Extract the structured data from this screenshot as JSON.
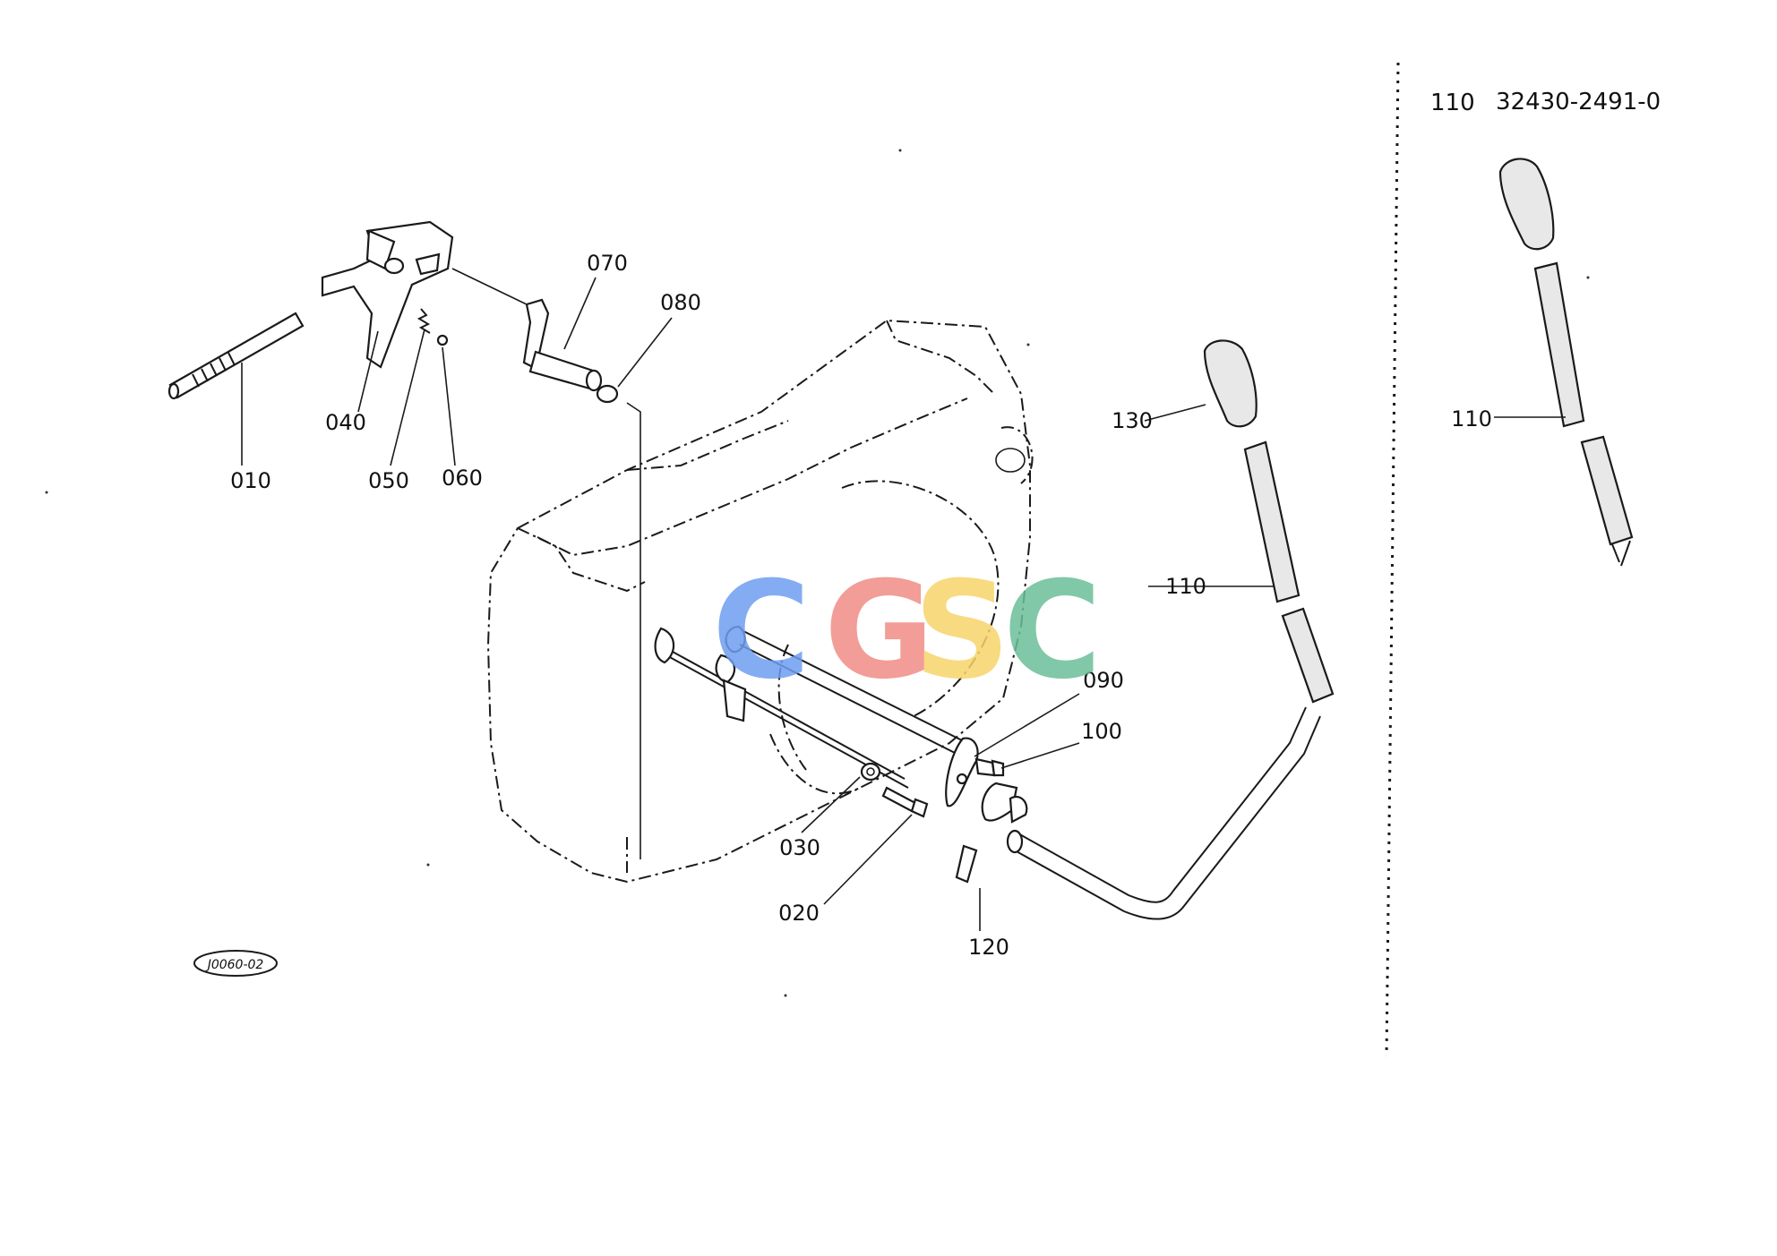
{
  "diagram": {
    "callouts": [
      {
        "id": "010",
        "label": "010"
      },
      {
        "id": "020",
        "label": "020"
      },
      {
        "id": "030",
        "label": "030"
      },
      {
        "id": "040",
        "label": "040"
      },
      {
        "id": "050",
        "label": "050"
      },
      {
        "id": "060",
        "label": "060"
      },
      {
        "id": "070",
        "label": "070"
      },
      {
        "id": "080",
        "label": "080"
      },
      {
        "id": "090",
        "label": "090"
      },
      {
        "id": "100",
        "label": "100"
      },
      {
        "id": "110",
        "label": "110"
      },
      {
        "id": "120",
        "label": "120"
      },
      {
        "id": "130",
        "label": "130"
      }
    ],
    "figure_code": "J0060-02"
  },
  "side_panel": {
    "ref_number": "110",
    "part_number": "32430-2491-0",
    "callout": "110"
  },
  "watermark": {
    "letters": [
      "C",
      "G",
      "S",
      "C"
    ],
    "colors": [
      "#6f9ef0",
      "#f08c86",
      "#f7d46a",
      "#6cbf99"
    ]
  }
}
